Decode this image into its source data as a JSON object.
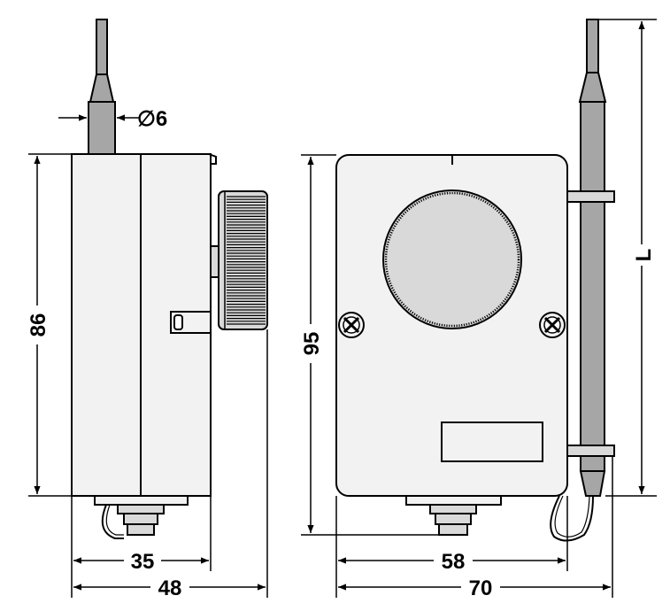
{
  "dimensions": {
    "side_width_inner": "35",
    "side_width_overall": "48",
    "side_height": "86",
    "probe_diameter": "∅6",
    "front_height": "95",
    "front_width_inner": "58",
    "front_width_overall": "70",
    "probe_length": "L"
  },
  "colors": {
    "outline": "#000000",
    "body_fill": "#f2f2f2",
    "probe_fill": "#a6a6a6",
    "knob_fill": "#d9d9d9"
  }
}
